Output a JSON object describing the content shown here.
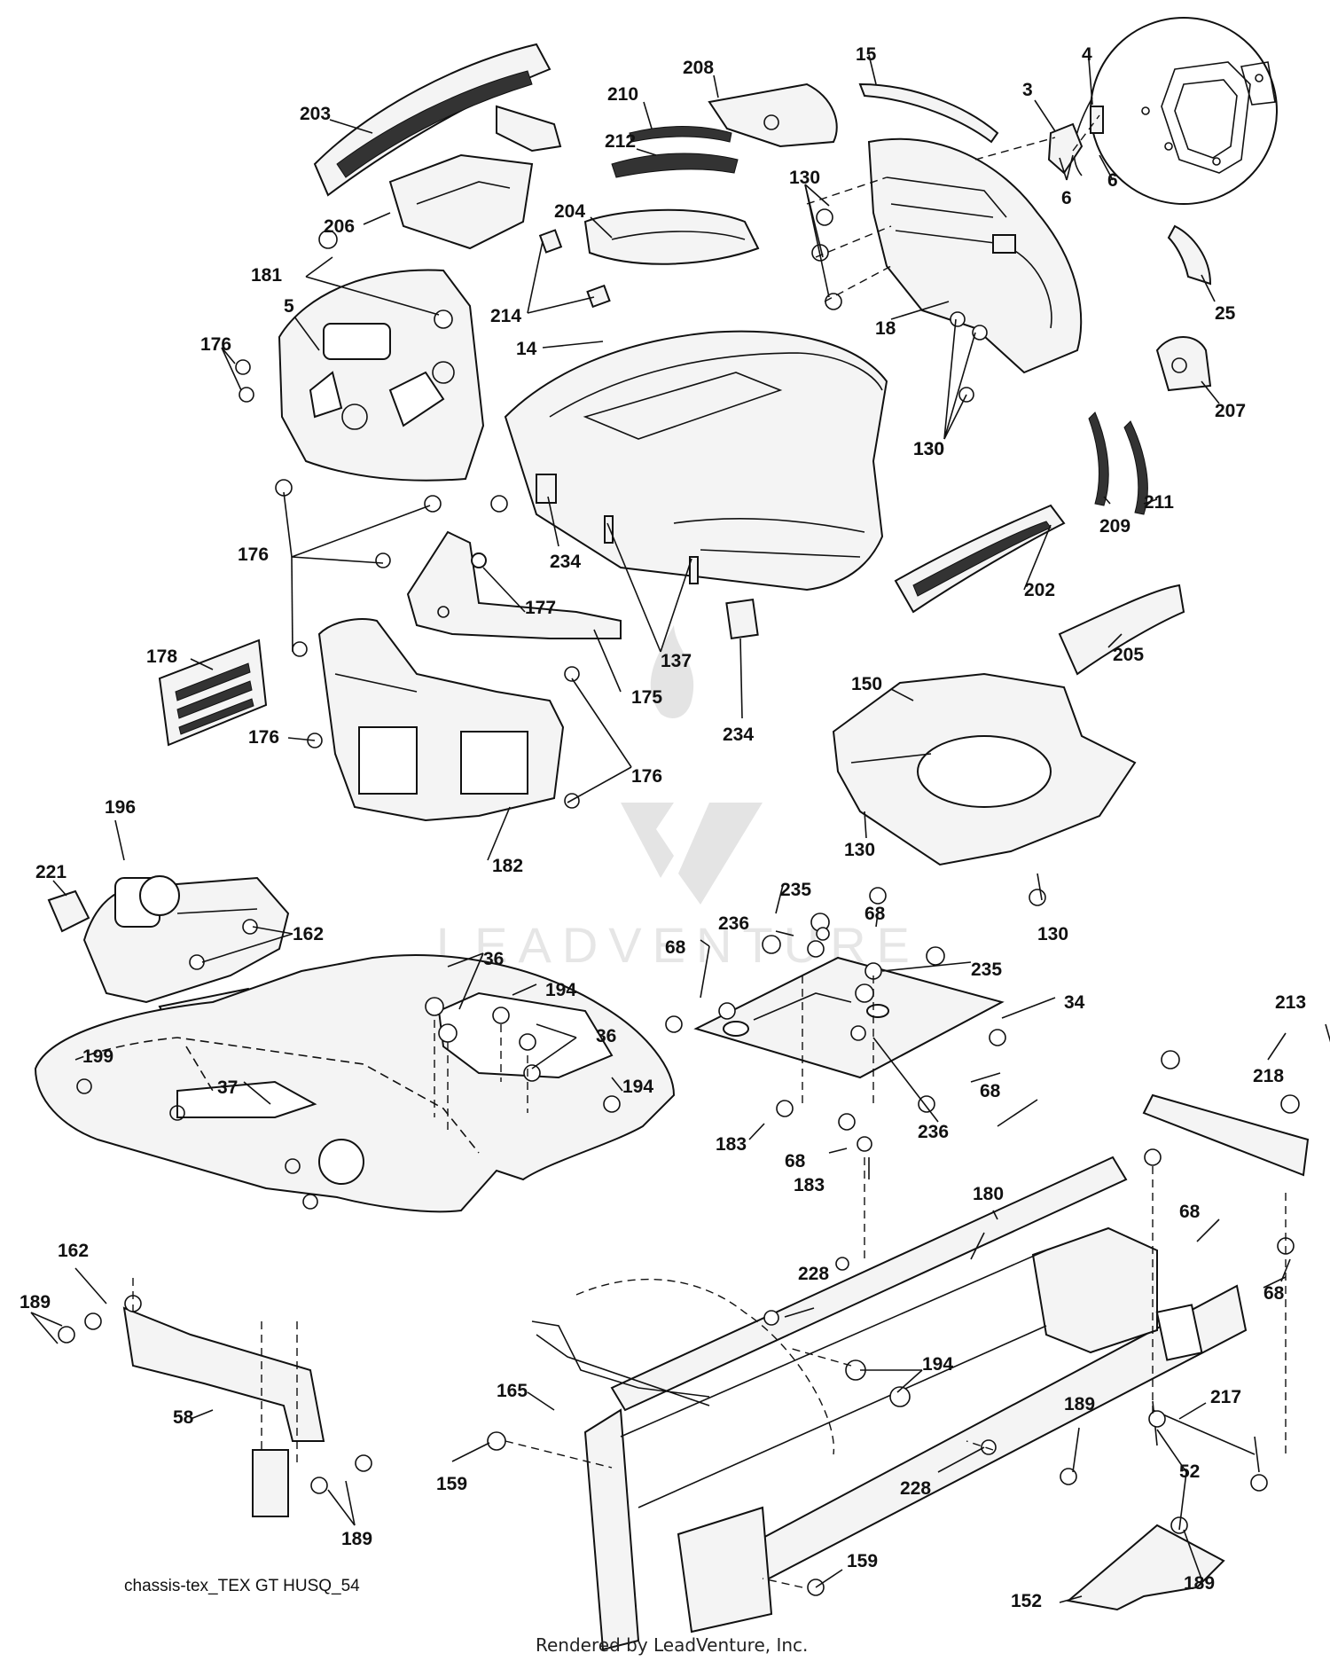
{
  "diagram": {
    "labels": [
      "203",
      "210",
      "208",
      "15",
      "4",
      "3",
      "6",
      "6",
      "212",
      "130",
      "206",
      "204",
      "181",
      "5",
      "176",
      "214",
      "14",
      "18",
      "130",
      "25",
      "207",
      "130",
      "209",
      "211",
      "234",
      "202",
      "176",
      "177",
      "178",
      "137",
      "175",
      "205",
      "150",
      "234",
      "176",
      "176",
      "182",
      "196",
      "221",
      "162",
      "130",
      "130",
      "235",
      "236",
      "68",
      "68",
      "235",
      "34",
      "36",
      "194",
      "36",
      "199",
      "194",
      "68",
      "37",
      "236",
      "183",
      "68",
      "213",
      "218",
      "183",
      "180",
      "68",
      "162",
      "228",
      "68",
      "189",
      "194",
      "165",
      "217",
      "58",
      "189",
      "159",
      "52",
      "228",
      "159",
      "189",
      "152",
      "189"
    ],
    "caption": "chassis-tex_TEX GT HUSQ_54",
    "rendered_by": "Rendered by LeadVenture, Inc.",
    "watermark": "LEADVENTURE"
  },
  "colors": {
    "ink": "#111111",
    "paper": "#ffffff",
    "watermark": "#e4e4e4"
  }
}
